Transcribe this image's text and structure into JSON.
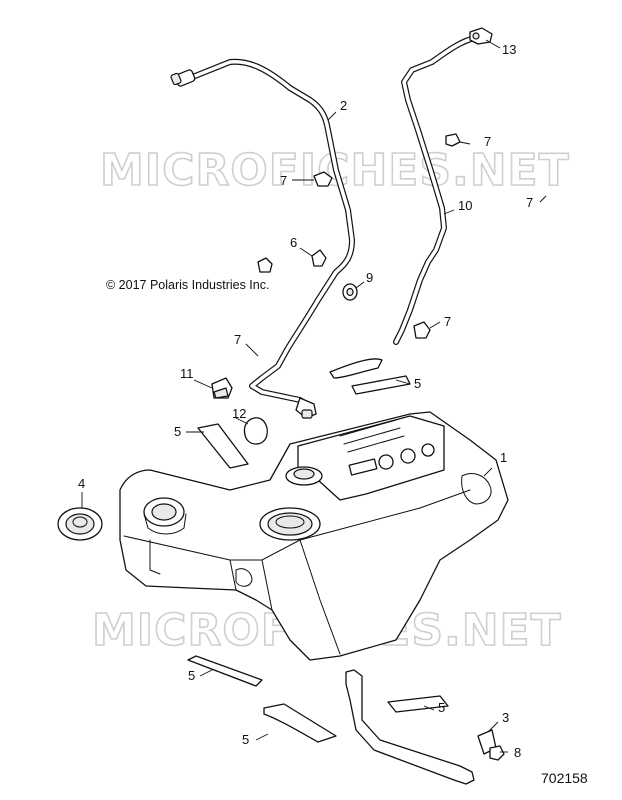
{
  "watermark": "MICROFICHES.NET",
  "copyright": "© 2017 Polaris Industries Inc.",
  "figure_number": "702158",
  "callouts": {
    "c1": "1",
    "c2": "2",
    "c3": "3",
    "c4": "4",
    "c5a": "5",
    "c5b": "5",
    "c5c": "5",
    "c5d": "5",
    "c5e": "5",
    "c6": "6",
    "c7a": "7",
    "c7b": "7",
    "c7c": "7",
    "c7d": "7",
    "c7e": "7",
    "c8": "8",
    "c9": "9",
    "c10": "10",
    "c11": "11",
    "c12": "12",
    "c13": "13"
  }
}
